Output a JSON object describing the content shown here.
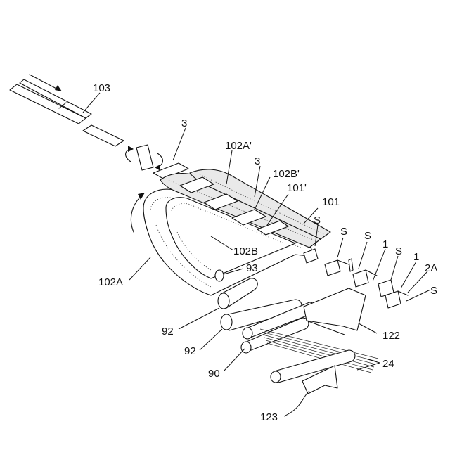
{
  "labels": {
    "l103": "103",
    "l3a": "3",
    "l102A_prime": "102A'",
    "l3b": "3",
    "l102B_prime": "102B'",
    "l101_prime": "101'",
    "l101": "101",
    "lS1": "S",
    "lS2": "S",
    "lS3": "S",
    "l1a": "1",
    "lS4": "S",
    "l1b": "1",
    "l2A": "2A",
    "lS5": "S",
    "l102B": "102B",
    "l93": "93",
    "l102A": "102A",
    "l92a": "92",
    "l92b": "92",
    "l90": "90",
    "l122": "122",
    "l24": "24",
    "l123": "123"
  },
  "colors": {
    "ink": "#111111",
    "paper": "#ffffff",
    "shade": "#e9e9e9"
  }
}
